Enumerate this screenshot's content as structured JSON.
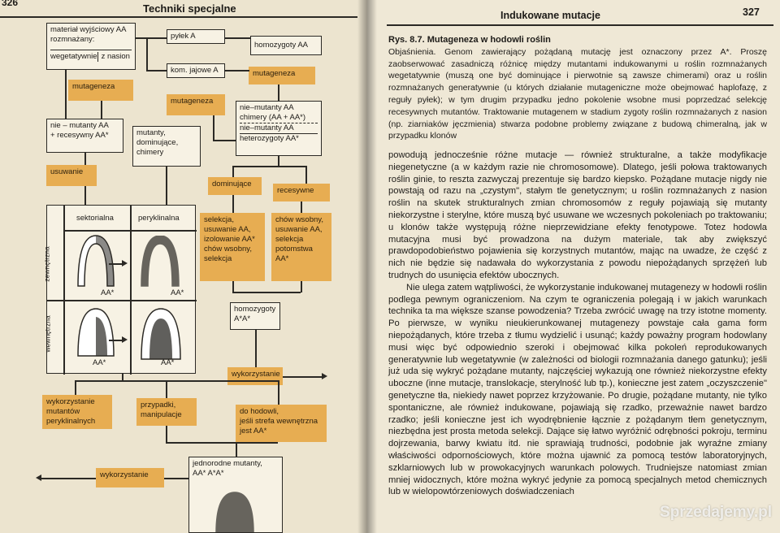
{
  "left_page": {
    "page_number": "326",
    "running_head": "Techniki specjalne"
  },
  "right_page": {
    "running_head": "Indukowane mutacje",
    "page_number": "327"
  },
  "diagram": {
    "start_box": {
      "line1": "materiał wyjściowy AA",
      "line2": "rozmnażany:",
      "left": "wegetatywnie",
      "right": "z nasion"
    },
    "pylek": "pyłek A",
    "kom_jajowe": "kom. jajowe A",
    "homozygoty_AA": "homozygoty  AA",
    "mutageneza_1": "mutageneza",
    "mutageneza_2": "mutageneza",
    "mutageneza_3": "mutageneza",
    "generative_mix": {
      "line1": "nie–mutanty AA",
      "line2": "chimery (AA + AA*)",
      "line3": "nie–mutanty AA",
      "line4": "heterozygoty AA*"
    },
    "recessive_box": {
      "line1": "nie – mutanty AA",
      "line2": "+ recesywny AA*"
    },
    "dominant_box": {
      "line1": "mutanty,",
      "line2": "dominujące,",
      "line3": "chimery"
    },
    "usuwanie": "usuwanie",
    "dominujace": "dominujące",
    "recesywne": "recesywne",
    "table": {
      "col1": "sektorialna",
      "col2": "peryklinalna",
      "row1": "zewnętrzna",
      "row2": "wewnętrzna",
      "label_AA_star_1": "AA*",
      "label_AA_star_2": "AA*",
      "label_AA_star_3": "AA*",
      "label_AA_star_4": "AA*"
    },
    "dominant_list": {
      "line1": "selekcja,",
      "line2": "usuwanie AA,",
      "line3": "izolowanie AA*",
      "line4": "chów wsobny,",
      "line5": "selekcja"
    },
    "recessive_list": {
      "line1": "chów wsobny,",
      "line2": "usuwanie AA,",
      "line3": "selekcja",
      "line4": "potomstwa",
      "line5": "AA*"
    },
    "homozygoty_star": {
      "line1": "homozygoty",
      "line2": "A*A*"
    },
    "wykorzystanie_1": "wykorzystanie",
    "wykorzystanie_mutantow": {
      "line1": "wykorzystanie",
      "line2": "mutantów",
      "line3": "peryklinalnych"
    },
    "przypadki": {
      "line1": "przypadki,",
      "line2": "manipulacje"
    },
    "do_hodowli": {
      "line1": "do hodowli,",
      "line2": "jeśli strefa wewnętrzna",
      "line3": "jest AA*"
    },
    "wykorzystanie_2": "wykorzystanie",
    "jednorodne": {
      "line1": "jednorodne  mutanty,",
      "line2": "AA*  A*A*"
    }
  },
  "caption": {
    "label": "Rys. 8.7. Mutageneza w hodowli roślin",
    "text": "Objaśnienia. Genom zawierający pożądaną mutację jest oznaczony przez A*. Proszę zaobserwować zasadniczą różnicę między mutantami indukowanymi u roślin rozmnażanych wegetatywnie (muszą one być dominujące i pierwotnie są zawsze chimerami) oraz u roślin rozmnażanych generatywnie (u których działanie mutageniczne może obejmować haplofazę, z reguły pyłek); w tym drugim przypadku jedno pokolenie wsobne musi poprzedzać selekcję recesywnych mutantów. Traktowanie mutagenem w stadium zygoty roślin rozmnażanych z nasion (np. ziarniaków jęczmienia) stwarza podobne problemy związane z budową chimeralną, jak w przypadku klonów"
  },
  "body": {
    "p1": "powodują jednocześnie różne mutacje — również strukturalne, a także modyfikacje niegenetyczne (a w każdym razie nie chromosomowe). Dlatego, jeśli połowa traktowanych roślin ginie, to reszta zazwyczaj prezentuje się bardzo kiepsko. Pożądane mutacje nigdy nie powstają od razu na „czystym\", stałym tle genetycznym; u roślin rozmnażanych z nasion roślin na skutek strukturalnych zmian chromosomów z reguły pojawiają się mutanty niekorzystne i sterylne, które muszą być usuwane we wczesnych pokoleniach po traktowaniu; u klonów także występują różne nieprzewidziane efekty fenotypowe. Totez hodowla mutacyjna musi być prowadzona na dużym materiale, tak aby zwiększyć prawdopodobieństwo pojawienia się korzystnych mutantów, mając na uwadze, że część z nich nie będzie się nadawała do wykorzystania z powodu niepożądanych sprzężeń lub trudnych do usunięcia efektów ubocznych.",
    "p2": "Nie ulega zatem wątpliwości, że wykorzystanie indukowanej mutagenezy w hodowli roślin podlega pewnym ograniczeniom. Na czym te ograniczenia polegają i w jakich warunkach technika ta ma większe szanse powodzenia? Trzeba zwrócić uwagę na trzy istotne momenty. Po pierwsze, w wyniku nieukierunkowanej mutagenezy powstaje cała gama form niepożądanych, które trzeba z tłumu wydzielić i usunąć; każdy poważny program hodowlany musi więc być odpowiednio szeroki i obejmować kilka pokoleń reprodukowanych generatywnie lub wegetatywnie (w zależności od biologii rozmnażania danego gatunku); jeśli już uda się wykryć pożądane mutanty, najczęściej wykazują one również niekorzystne efekty uboczne (inne mutacje, translokacje, sterylność lub tp.), konieczne jest zatem „oczyszczenie\" genetyczne tła, niekiedy nawet poprzez krzyżowanie. Po drugie, pożądane mutanty, nie tylko spontaniczne, ale również indukowane, pojawiają się rzadko, przeważnie nawet bardzo rzadko; jeśli konieczne jest ich wyodrębnienie łącznie z pożądanym tłem genetycznym, niezbędna jest prosta metoda selekcji. Dające się łatwo wyróżnić odrębności pokroju, terminu dojrzewania, barwy kwiatu itd. nie sprawiają trudności, podobnie jak wyraźne zmiany właściwości odpornościowych, które można ujawnić za pomocą testów laboratoryjnych, szklarniowych lub w prowokacyjnych warunkach polowych. Trudniejsze natomiast zmian mniej widocznych, które można wykryć jedynie za pomocą specjalnych metod chemicznych lub w wielopowtórzeniowych doświadczeniach"
  },
  "watermark": "Sprzedajemy.pl"
}
